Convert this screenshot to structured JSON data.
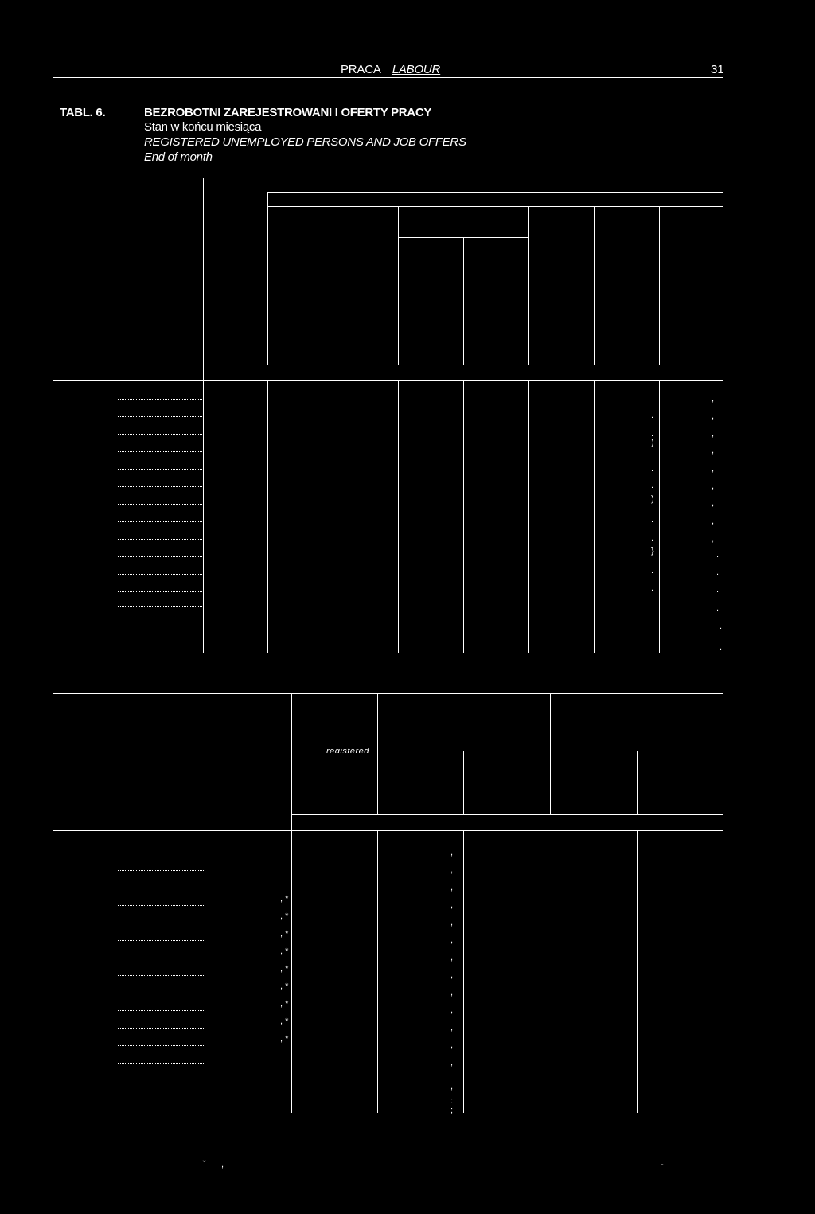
{
  "running_header": {
    "polish": "PRACA",
    "english": "LABOUR"
  },
  "page_number": "31",
  "table": {
    "number": "TABL. 6.",
    "title_pl": "BEZROBOTNI ZAREJESTROWANI I OFERTY PRACY",
    "subtitle_pl": "Stan w końcu miesiąca",
    "title_en": "REGISTERED UNEMPLOYED PERSONS AND JOB OFFERS",
    "subtitle_en": "End of month"
  },
  "lower_table": {
    "partial_header_word": "registered"
  }
}
